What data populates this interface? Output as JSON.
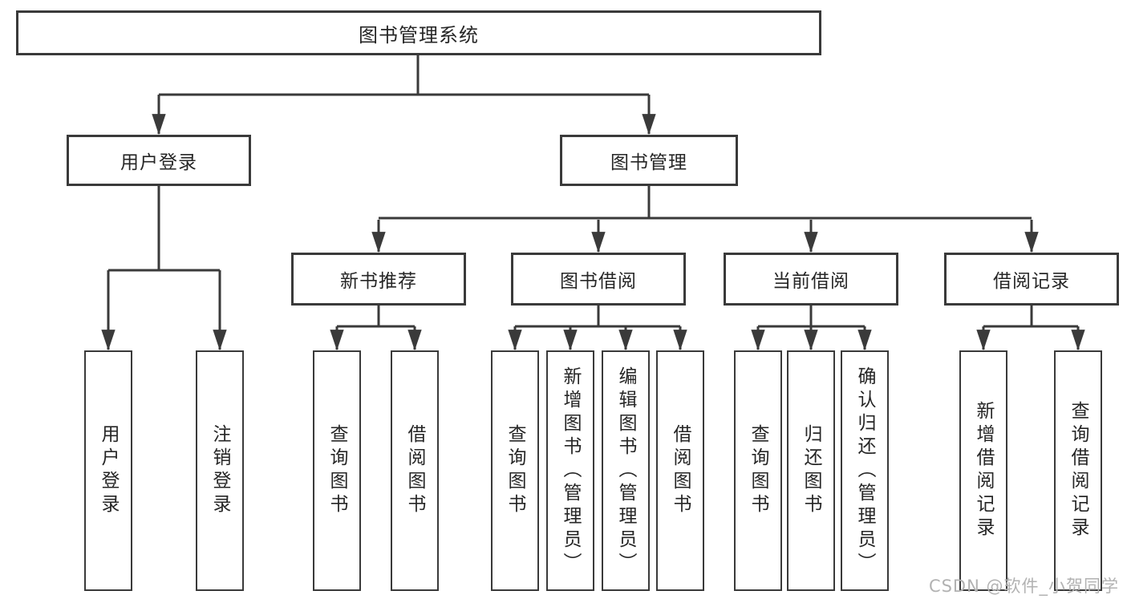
{
  "diagram": {
    "type": "tree",
    "direction": "top-down",
    "tree": {
      "root": {
        "label": "图书管理系统"
      },
      "branches": [
        {
          "label": "用户登录",
          "children": [
            "用户登录",
            "注销登录"
          ]
        },
        {
          "label": "图书管理",
          "sections": [
            {
              "label": "新书推荐",
              "children": [
                "查询图书",
                "借阅图书"
              ]
            },
            {
              "label": "图书借阅",
              "children": [
                "查询图书",
                "新增图书（管理员）",
                "编辑图书（管理员）",
                "借阅图书"
              ]
            },
            {
              "label": "当前借阅",
              "children": [
                "查询图书",
                "归还图书",
                "确认归还（管理员）"
              ]
            },
            {
              "label": "借阅记录",
              "children": [
                "新增借阅记录",
                "查询借阅记录"
              ]
            }
          ]
        }
      ]
    },
    "colors": {
      "line": "#3a3a3a",
      "box_border": "#3a3a3a",
      "box_fill": "#ffffff",
      "text": "#262626",
      "background": "#ffffff"
    }
  },
  "watermark": {
    "text": "CSDN @软件_小贺同学",
    "color": "#b2b2b2"
  }
}
